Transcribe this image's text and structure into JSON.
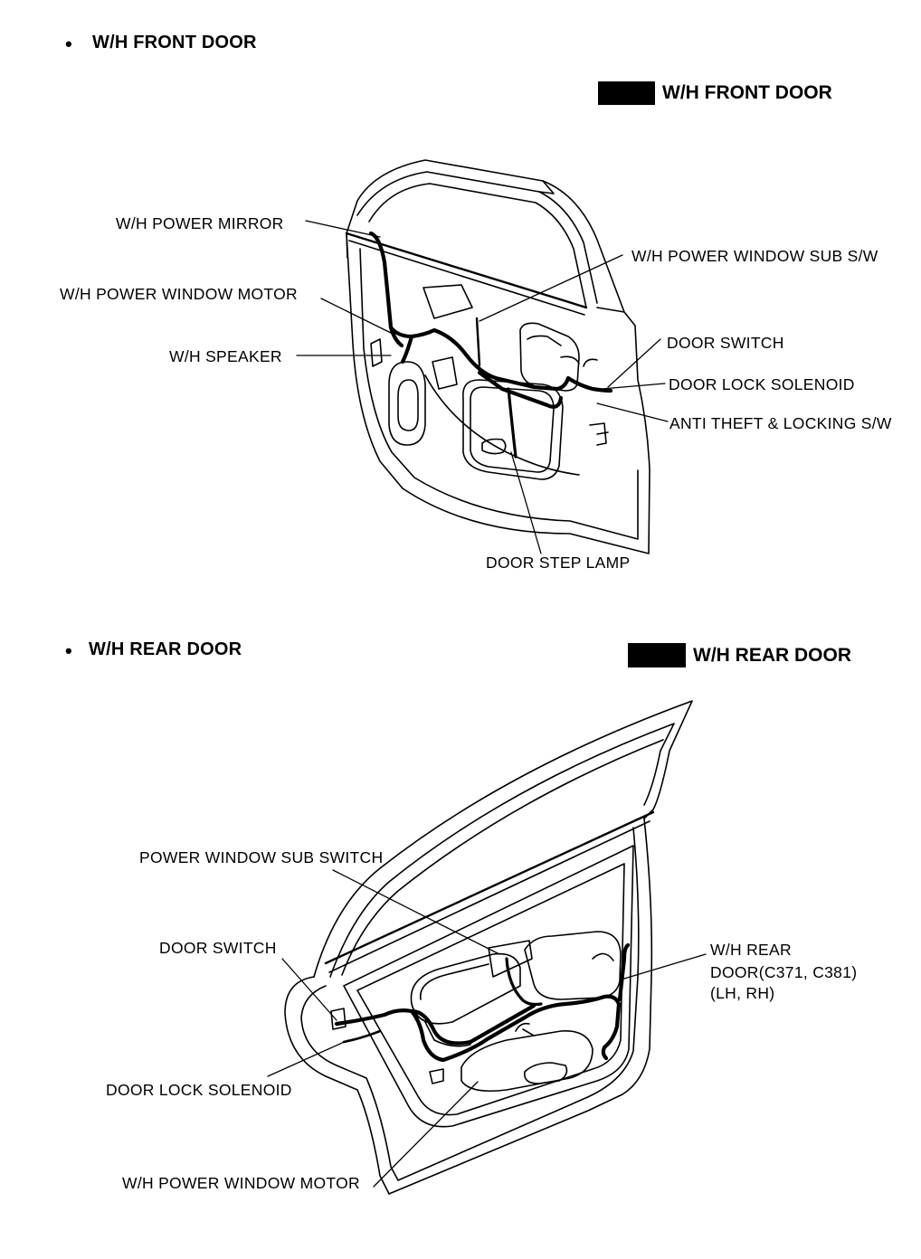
{
  "front_section": {
    "heading": "W/H FRONT DOOR",
    "tag": "W/H FRONT DOOR",
    "labels": {
      "power_mirror": "W/H POWER MIRROR",
      "power_window_sub_sw": "W/H POWER WINDOW SUB S/W",
      "power_window_motor": "W/H POWER WINDOW MOTOR",
      "door_switch": "DOOR SWITCH",
      "speaker": "W/H SPEAKER",
      "door_lock_solenoid": "DOOR LOCK SOLENOID",
      "anti_theft": "ANTI THEFT & LOCKING S/W",
      "door_step_lamp": "DOOR STEP LAMP"
    }
  },
  "rear_section": {
    "heading": "W/H REAR DOOR",
    "tag": "W/H REAR DOOR",
    "labels": {
      "power_window_sub_switch": "POWER WINDOW SUB SWITCH",
      "door_switch": "DOOR SWITCH",
      "wh_rear_line1": "W/H REAR",
      "wh_rear_line2": "DOOR(C371, C381)",
      "wh_rear_line3": "(LH, RH)",
      "door_lock_solenoid": "DOOR LOCK SOLENOID",
      "power_window_motor": "W/H POWER WINDOW MOTOR"
    }
  }
}
